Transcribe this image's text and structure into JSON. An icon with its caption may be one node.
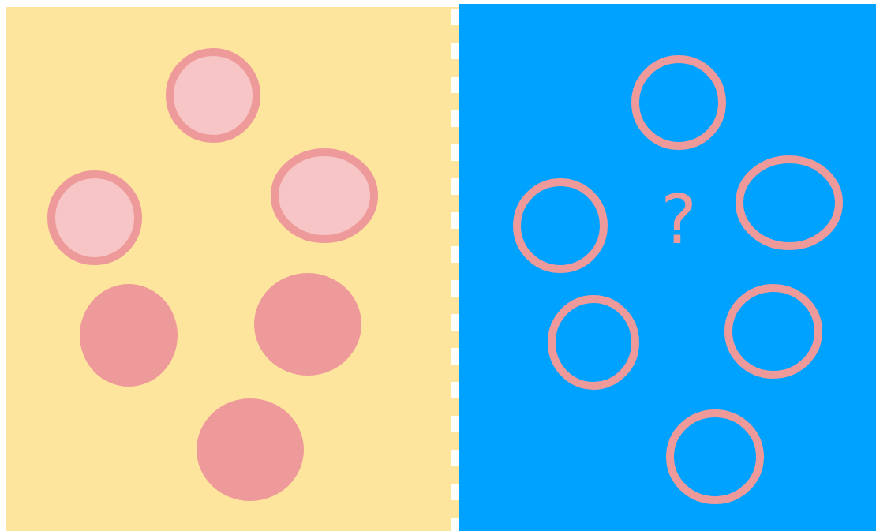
{
  "diagram": {
    "nodes": [
      {
        "text": [],
        "shape": "box"
      },
      {
        "text": [],
        "shape": "circle",
        "in": 0
      },
      {
        "text": [],
        "shape": "circle",
        "in": 0
      },
      {
        "text": [],
        "shape": "circle",
        "in": 0
      },
      {
        "text": [],
        "shape": "circle",
        "in": 0
      },
      {
        "text": [],
        "shape": "circle",
        "in": 0
      },
      {
        "text": [],
        "shape": "circle",
        "in": 0
      },
      {
        "text": [],
        "shape": "box"
      },
      {
        "text": [],
        "shape": "circle",
        "in": 7
      },
      {
        "text": [],
        "shape": "circle",
        "in": 7
      },
      {
        "text": [],
        "shape": "circle",
        "in": 7
      },
      {
        "text": [],
        "shape": "circle",
        "in": 7
      },
      {
        "text": [],
        "shape": "circle",
        "in": 7
      },
      {
        "text": [],
        "shape": "circle",
        "in": 7
      }
    ],
    "labels": [
      "?"
    ]
  }
}
